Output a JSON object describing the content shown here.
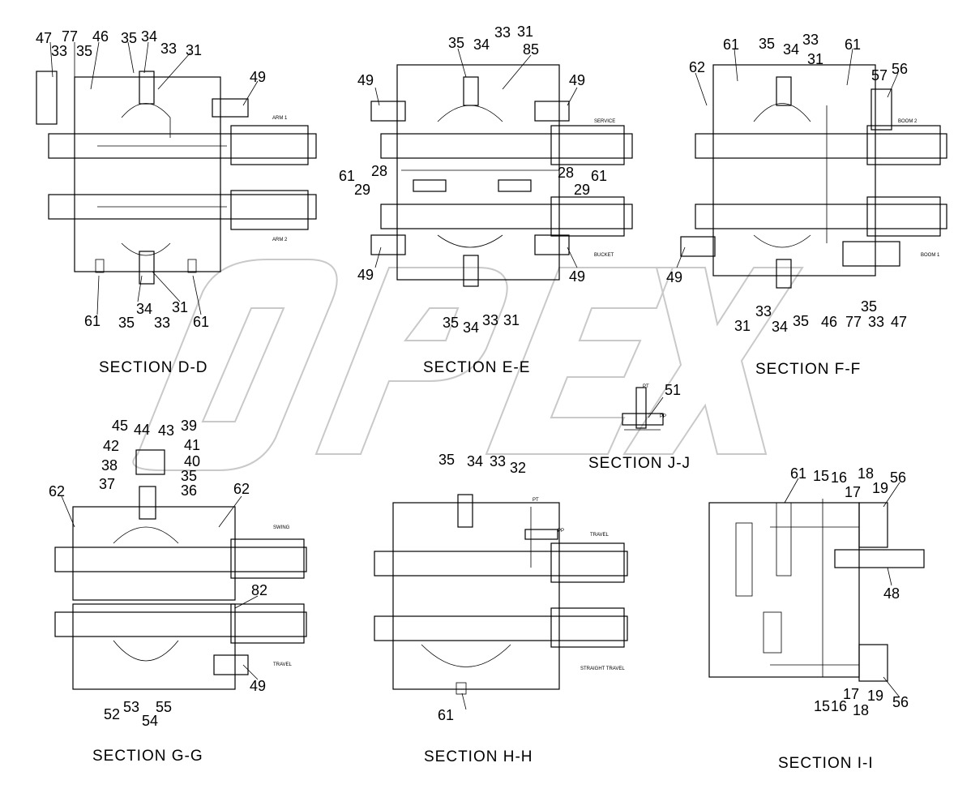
{
  "logo": "",
  "watermark": "OPEX",
  "sections": [
    {
      "id": "dd",
      "title": "SECTION  D-D",
      "tags": [
        "ARM 1",
        "ARM 2"
      ],
      "labels": [
        "47",
        "77",
        "46",
        "35",
        "34",
        "33",
        "33",
        "35",
        "31",
        "49",
        "61",
        "35",
        "34",
        "33",
        "31",
        "61"
      ]
    },
    {
      "id": "ee",
      "title": "SECTION  E-E",
      "tags": [
        "SERVICE",
        "BUCKET"
      ],
      "labels": [
        "35",
        "34",
        "33",
        "31",
        "85",
        "49",
        "49",
        "61",
        "28",
        "29",
        "28",
        "61",
        "29",
        "49",
        "49",
        "35",
        "34",
        "33",
        "31"
      ]
    },
    {
      "id": "ff",
      "title": "SECTION  F-F",
      "tags": [
        "BOOM 2",
        "BOOM 1"
      ],
      "labels": [
        "61",
        "35",
        "34",
        "33",
        "61",
        "31",
        "62",
        "56",
        "57",
        "49",
        "31",
        "33",
        "34",
        "35",
        "35",
        "46",
        "77",
        "33",
        "47"
      ]
    },
    {
      "id": "gg",
      "title": "SECTION  G-G",
      "tags": [
        "SWING",
        "TRAVEL"
      ],
      "labels": [
        "45",
        "44",
        "43",
        "39",
        "42",
        "41",
        "40",
        "38",
        "35",
        "37",
        "36",
        "62",
        "62",
        "82",
        "49",
        "52",
        "53",
        "54",
        "55"
      ]
    },
    {
      "id": "hh",
      "title": "SECTION  H-H",
      "tags": [
        "PT",
        "PP",
        "TRAVEL",
        "STRAIGHT TRAVEL"
      ],
      "labels": [
        "35",
        "34",
        "33",
        "32",
        "61"
      ]
    },
    {
      "id": "ii",
      "title": "SECTION  I-I",
      "tags": [],
      "labels": [
        "61",
        "15",
        "16",
        "18",
        "56",
        "17",
        "19",
        "48",
        "15",
        "16",
        "17",
        "19",
        "18",
        "56"
      ]
    },
    {
      "id": "jj",
      "title": "SECTION  J-J",
      "tags": [
        "PT",
        "PP"
      ],
      "labels": [
        "51"
      ]
    }
  ]
}
